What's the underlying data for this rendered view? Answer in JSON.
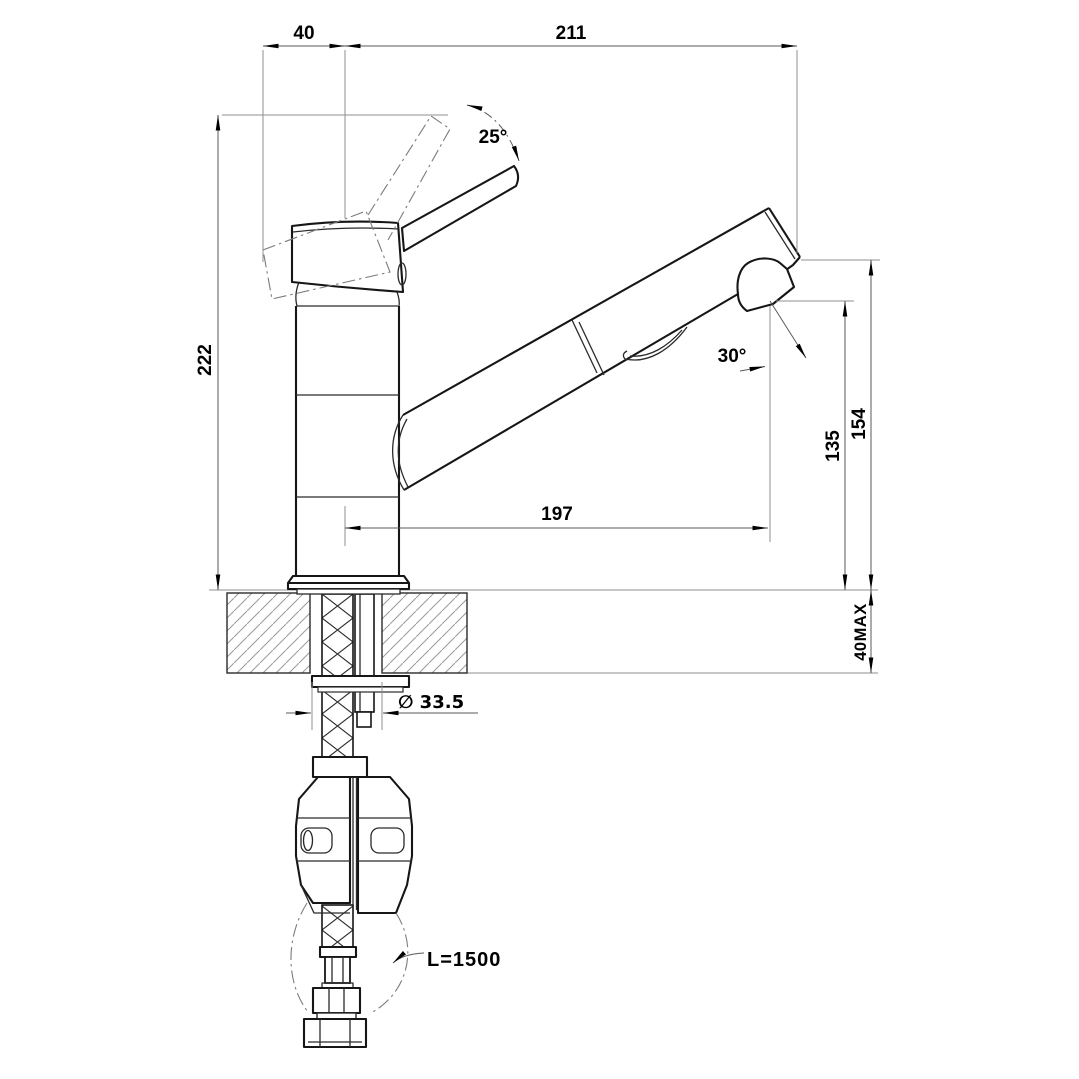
{
  "drawing": {
    "subject": "pull-out single-lever kitchen mixer tap, side elevation with under-counter installation section",
    "colors": {
      "background": "#ffffff",
      "object_line": "#161616",
      "annotation_line": "#8f8f8f",
      "text": "#000000",
      "hatch": "#9b9b9b"
    }
  },
  "dimensions": {
    "handle_clearance": "40",
    "spout_reach": "211",
    "overall_height": "222",
    "handle_angle": "25°",
    "spray_angle": "30°",
    "aerator_height": "135",
    "spout_end_height": "154",
    "spout_projection": "197",
    "max_counter_thickness": "40MAX",
    "hole_diameter": "∅ 33.5",
    "hose_length": "L=1500"
  }
}
